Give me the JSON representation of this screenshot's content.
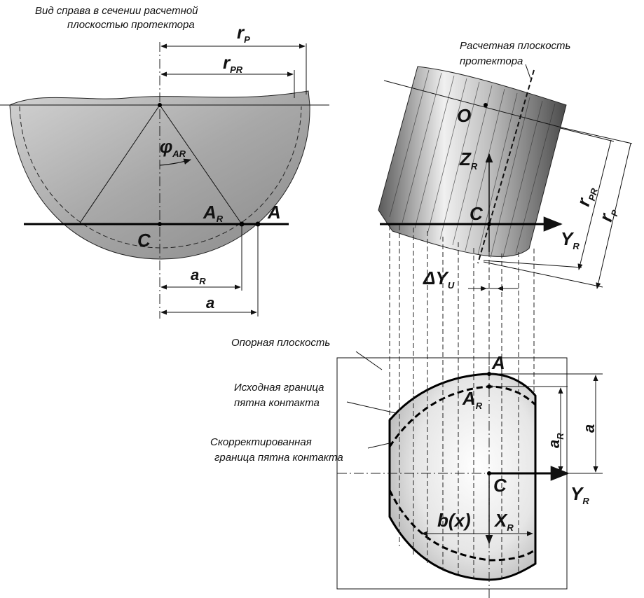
{
  "left_view": {
    "caption_line1": "Вид справа в сечении расчетной",
    "caption_line2": "плоскостью протектора",
    "r_p": "r",
    "r_p_sub": "P",
    "r_pr": "r",
    "r_pr_sub": "PR",
    "phi": "φ",
    "phi_sub": "AR",
    "point_ar": "A",
    "point_ar_sub": "R",
    "point_a": "A",
    "point_c": "C",
    "a_r": "a",
    "a_r_sub": "R",
    "a": "a"
  },
  "right_view": {
    "plane_line1": "Расчетная плоскость",
    "plane_line2": "протектора",
    "point_o": "O",
    "z_r": "Z",
    "z_r_sub": "R",
    "point_c": "C",
    "y_r": "Y",
    "y_r_sub": "R",
    "r_pr": "r",
    "r_pr_sub": "PR",
    "r_p": "r",
    "r_p_sub": "P",
    "delta_y": "ΔY",
    "delta_y_sub": "U"
  },
  "bottom_view": {
    "support_plane": "Опорная плоскость",
    "initial_line1": "Исходная граница",
    "initial_line2": "пятна контакта",
    "corrected_line1": "Скорректированная",
    "corrected_line2": "граница пятна контакта",
    "point_a": "A",
    "point_ar": "A",
    "point_ar_sub": "R",
    "a_r": "a",
    "a_r_sub": "R",
    "a": "a",
    "point_c": "C",
    "y_r": "Y",
    "y_r_sub": "R",
    "bx": "b(x)",
    "x_r": "X",
    "x_r_sub": "R"
  }
}
